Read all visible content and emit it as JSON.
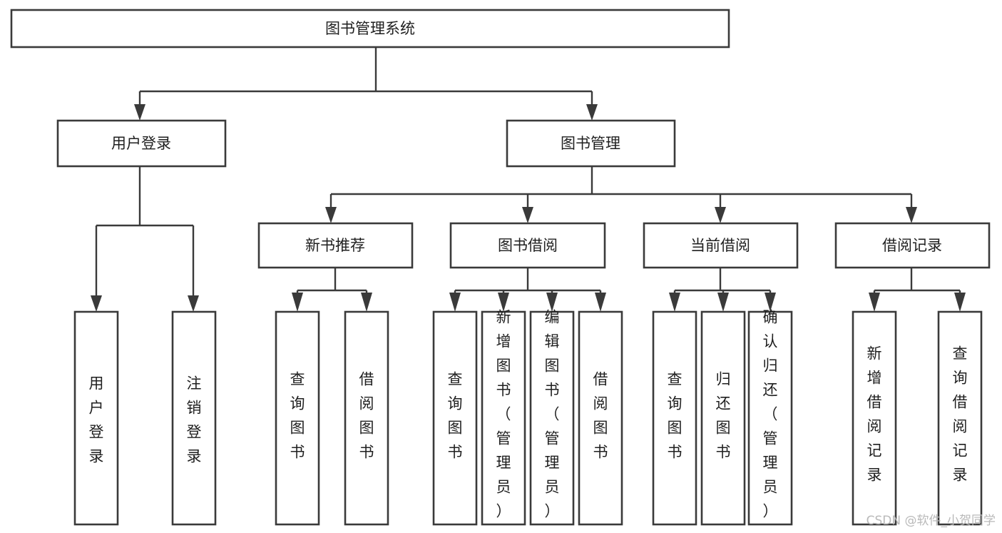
{
  "diagram": {
    "title": "图书管理系统",
    "type": "tree-hierarchy-flowchart",
    "orientation": "top-down",
    "colors": {
      "box_fill": "#ffffff",
      "box_stroke": "#3a3a3a",
      "connector": "#3a3a3a",
      "text": "#1f1f1f",
      "watermark": "#b9b9b9",
      "background": "#ffffff"
    },
    "nodes": {
      "root": {
        "label": "图书管理系统",
        "level": 0,
        "orientation": "horizontal"
      },
      "l1": [
        {
          "id": "user-login",
          "label": "用户登录",
          "level": 1,
          "orientation": "horizontal"
        },
        {
          "id": "book-manage",
          "label": "图书管理",
          "level": 1,
          "orientation": "horizontal"
        }
      ],
      "l2": [
        {
          "id": "new-book-rec",
          "label": "新书推荐",
          "level": 2,
          "orientation": "horizontal",
          "parent": "book-manage"
        },
        {
          "id": "book-borrow",
          "label": "图书借阅",
          "level": 2,
          "orientation": "horizontal",
          "parent": "book-manage"
        },
        {
          "id": "current-borrow",
          "label": "当前借阅",
          "level": 2,
          "orientation": "horizontal",
          "parent": "book-manage"
        },
        {
          "id": "borrow-record",
          "label": "借阅记录",
          "level": 2,
          "orientation": "horizontal",
          "parent": "book-manage"
        }
      ],
      "leaves": [
        {
          "id": "leaf-user-login",
          "label": "用户登录",
          "level": 2,
          "orientation": "vertical",
          "parent": "user-login"
        },
        {
          "id": "leaf-logout-login",
          "label": "注销登录",
          "level": 2,
          "orientation": "vertical",
          "parent": "user-login"
        },
        {
          "id": "leaf-query-book-1",
          "label": "查询图书",
          "level": 3,
          "orientation": "vertical",
          "parent": "new-book-rec"
        },
        {
          "id": "leaf-borrow-book-1",
          "label": "借阅图书",
          "level": 3,
          "orientation": "vertical",
          "parent": "new-book-rec"
        },
        {
          "id": "leaf-query-book-2",
          "label": "查询图书",
          "level": 3,
          "orientation": "vertical",
          "parent": "book-borrow"
        },
        {
          "id": "leaf-add-book",
          "label": "新增图书（管理员）",
          "level": 3,
          "orientation": "vertical",
          "parent": "book-borrow"
        },
        {
          "id": "leaf-edit-book",
          "label": "编辑图书（管理员）",
          "level": 3,
          "orientation": "vertical",
          "parent": "book-borrow"
        },
        {
          "id": "leaf-borrow-book-2",
          "label": "借阅图书",
          "level": 3,
          "orientation": "vertical",
          "parent": "book-borrow"
        },
        {
          "id": "leaf-query-book-3",
          "label": "查询图书",
          "level": 3,
          "orientation": "vertical",
          "parent": "current-borrow"
        },
        {
          "id": "leaf-return-book",
          "label": "归还图书",
          "level": 3,
          "orientation": "vertical",
          "parent": "current-borrow"
        },
        {
          "id": "leaf-confirm-return",
          "label": "确认归还（管理员）",
          "level": 3,
          "orientation": "vertical",
          "parent": "current-borrow"
        },
        {
          "id": "leaf-add-record",
          "label": "新增借阅记录",
          "level": 3,
          "orientation": "vertical",
          "parent": "borrow-record"
        },
        {
          "id": "leaf-query-record",
          "label": "查询借阅记录",
          "level": 3,
          "orientation": "vertical",
          "parent": "borrow-record"
        }
      ]
    },
    "watermark": "CSDN @软件_小贺同学"
  }
}
